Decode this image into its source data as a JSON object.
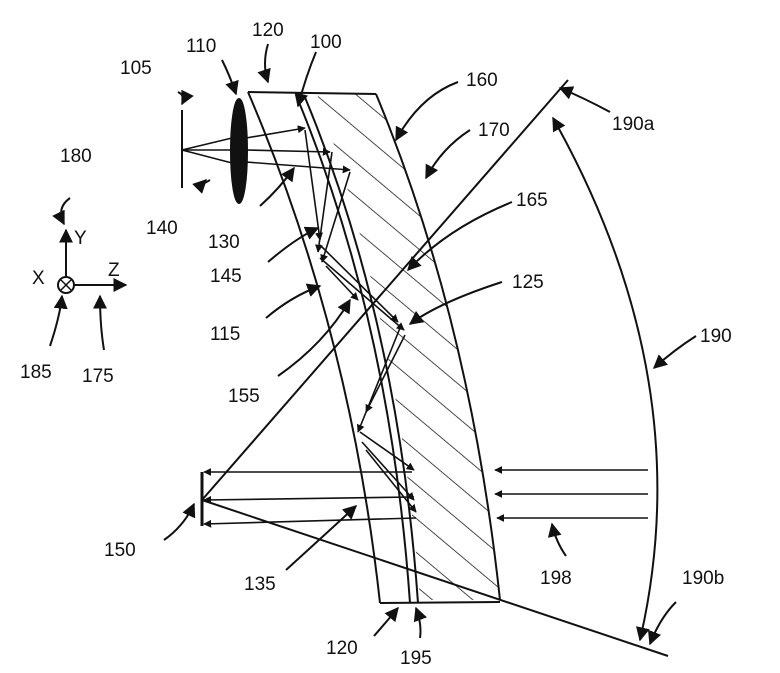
{
  "labels": {
    "l100": "100",
    "l105": "105",
    "l110": "110",
    "l115": "115",
    "l120_top": "120",
    "l120_bottom": "120",
    "l125": "125",
    "l130": "130",
    "l135": "135",
    "l140": "140",
    "l145": "145",
    "l150": "150",
    "l155": "155",
    "l160": "160",
    "l165": "165",
    "l170": "170",
    "l175": "175",
    "l180": "180",
    "l185": "185",
    "l190": "190",
    "l190a": "190a",
    "l190b": "190b",
    "l195": "195",
    "l198": "198"
  },
  "axes": {
    "x": "X",
    "y": "Y",
    "z": "Z"
  }
}
